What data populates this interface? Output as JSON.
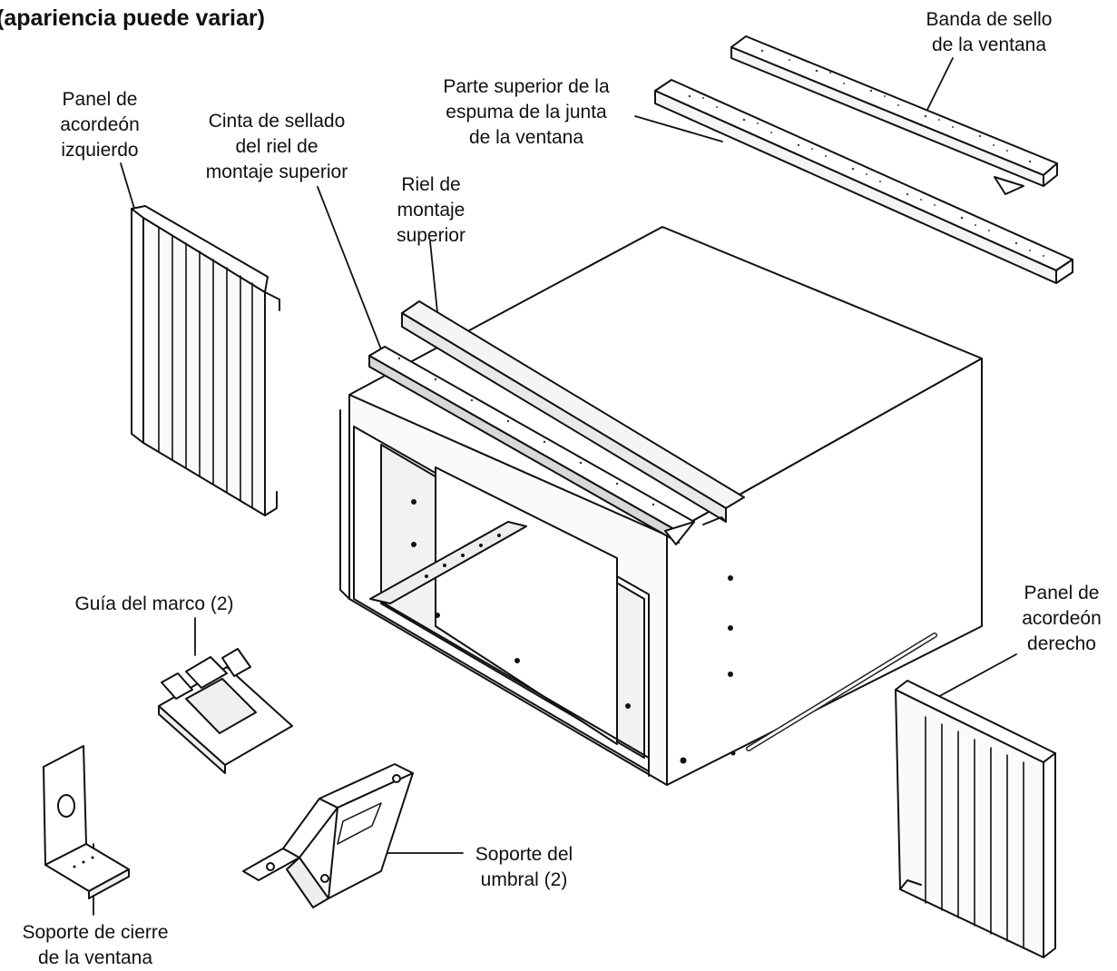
{
  "title": "(apariencia puede variar)",
  "labels": {
    "left_panel": [
      "Panel de",
      "acordeón",
      "izquierdo"
    ],
    "tape": [
      "Cinta de sellado",
      "del riel de",
      "montaje superior"
    ],
    "rail": [
      "Riel de",
      "montaje",
      "superior"
    ],
    "foam_top": [
      "Parte superior de la",
      "espuma de la junta",
      "de la ventana"
    ],
    "seal_strip": [
      "Banda de sello",
      "de la ventana"
    ],
    "right_panel": [
      "Panel de",
      "acordeón",
      "derecho"
    ],
    "frame_guide": [
      "Guía del marco (2)"
    ],
    "sill_support": [
      "Soporte del",
      "umbral (2)"
    ],
    "window_lock": [
      "Soporte de cierre",
      "de la ventana"
    ]
  }
}
